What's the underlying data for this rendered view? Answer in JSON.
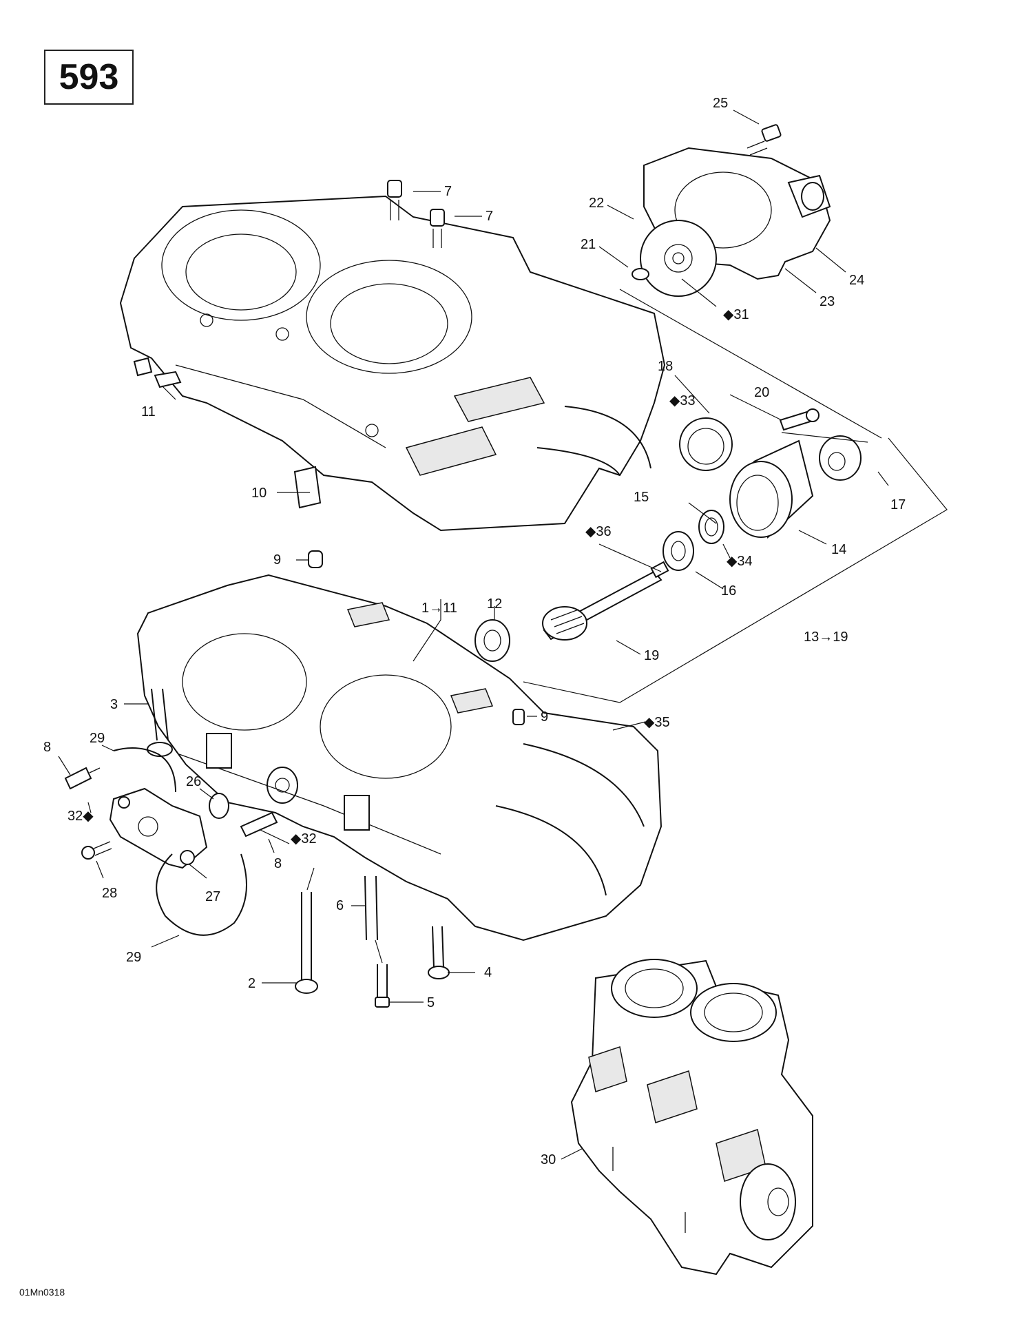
{
  "page_number": "593",
  "footer_code": "01Mn0318",
  "callouts": [
    {
      "id": "c25",
      "text": "25"
    },
    {
      "id": "c7a",
      "text": "7"
    },
    {
      "id": "c7b",
      "text": "7"
    },
    {
      "id": "c22",
      "text": "22"
    },
    {
      "id": "c21",
      "text": "21"
    },
    {
      "id": "c24",
      "text": "24"
    },
    {
      "id": "c23",
      "text": "23"
    },
    {
      "id": "c31",
      "text": "◆31"
    },
    {
      "id": "c18",
      "text": "18"
    },
    {
      "id": "c20",
      "text": "20"
    },
    {
      "id": "c33",
      "text": "◆33"
    },
    {
      "id": "c11a",
      "text": "11"
    },
    {
      "id": "c10",
      "text": "10"
    },
    {
      "id": "c17",
      "text": "17"
    },
    {
      "id": "c15",
      "text": "15"
    },
    {
      "id": "c14",
      "text": "14"
    },
    {
      "id": "c36",
      "text": "◆36"
    },
    {
      "id": "c34",
      "text": "◆34"
    },
    {
      "id": "c9a",
      "text": "9"
    },
    {
      "id": "c16",
      "text": "16"
    },
    {
      "id": "c1to11",
      "text": "1→11"
    },
    {
      "id": "c12",
      "text": "12"
    },
    {
      "id": "c13to19",
      "text": "13→19"
    },
    {
      "id": "c19",
      "text": "19"
    },
    {
      "id": "c3",
      "text": "3"
    },
    {
      "id": "c9b",
      "text": "9"
    },
    {
      "id": "c35",
      "text": "◆35"
    },
    {
      "id": "c8a",
      "text": "8"
    },
    {
      "id": "c29a",
      "text": "29"
    },
    {
      "id": "c26",
      "text": "26"
    },
    {
      "id": "c32a",
      "text": "32◆"
    },
    {
      "id": "c32b",
      "text": "◆32"
    },
    {
      "id": "c8b",
      "text": "8"
    },
    {
      "id": "c28",
      "text": "28"
    },
    {
      "id": "c27",
      "text": "27"
    },
    {
      "id": "c6",
      "text": "6"
    },
    {
      "id": "c29b",
      "text": "29"
    },
    {
      "id": "c4",
      "text": "4"
    },
    {
      "id": "c2",
      "text": "2"
    },
    {
      "id": "c5",
      "text": "5"
    },
    {
      "id": "c30",
      "text": "30"
    }
  ]
}
